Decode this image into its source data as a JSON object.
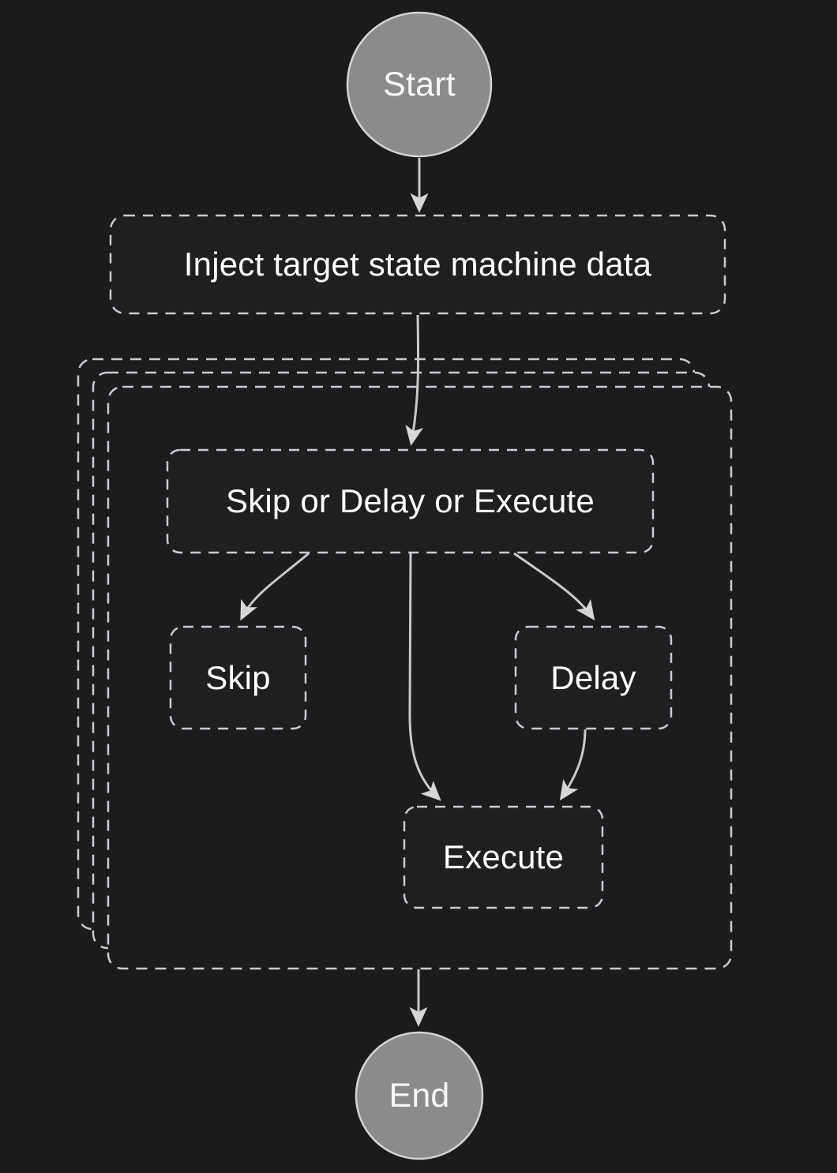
{
  "diagram": {
    "type": "flowchart",
    "theme": "dark",
    "palette": {
      "background": "#1b1b1c",
      "node_fill": "#1f1f21",
      "container_fill": "#1c1c1e",
      "dash_border": "#cbccd0",
      "edge_line": "#c9c9cc",
      "arrowhead": "#d6d6d8",
      "terminal_fill": "#8b8b8b",
      "terminal_stroke": "#d4d4d6",
      "text": "#ffffff"
    },
    "nodes": {
      "start": {
        "label": "Start",
        "shape": "circle"
      },
      "inject": {
        "label": "Inject target state machine data",
        "shape": "dashed-rounded-rect"
      },
      "iterator": {
        "label": "",
        "shape": "stacked-dashed-container",
        "layers": 3
      },
      "choice": {
        "label": "Skip or Delay or Execute",
        "shape": "dashed-rounded-rect"
      },
      "skip": {
        "label": "Skip",
        "shape": "dashed-rounded-rect"
      },
      "delay": {
        "label": "Delay",
        "shape": "dashed-rounded-rect"
      },
      "execute": {
        "label": "Execute",
        "shape": "dashed-rounded-rect"
      },
      "end": {
        "label": "End",
        "shape": "circle"
      }
    },
    "edges": [
      {
        "from": "Start",
        "to": "Inject target state machine data"
      },
      {
        "from": "Inject target state machine data",
        "to": "Skip or Delay or Execute"
      },
      {
        "from": "Skip or Delay or Execute",
        "to": "Skip"
      },
      {
        "from": "Skip or Delay or Execute",
        "to": "Execute"
      },
      {
        "from": "Skip or Delay or Execute",
        "to": "Delay"
      },
      {
        "from": "Delay",
        "to": "Execute"
      },
      {
        "from": "Iterator container",
        "to": "End"
      }
    ]
  }
}
